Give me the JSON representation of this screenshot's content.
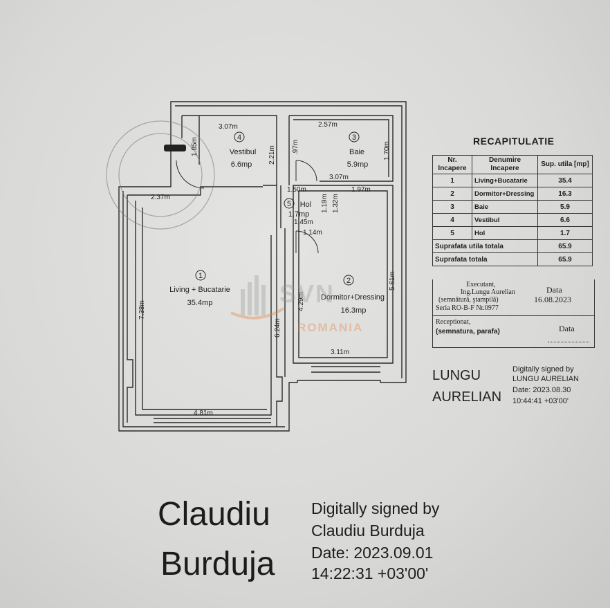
{
  "plan": {
    "rooms": [
      {
        "num": "1",
        "name": "Living + Bucatarie",
        "area": "35.4mp"
      },
      {
        "num": "2",
        "name": "Dormitor+Dressing",
        "area": "16.3mp"
      },
      {
        "num": "3",
        "name": "Baie",
        "area": "5.9mp"
      },
      {
        "num": "4",
        "name": "Vestibul",
        "area": "6.6mp"
      },
      {
        "num": "5",
        "name": "Hol",
        "area": "1.7mp"
      }
    ],
    "dimensions": {
      "vestibul_w": "3.07m",
      "vestibul_h": "2.21m",
      "vestibul_small": "1.85m",
      "baie_w": "2.57m",
      "baie_h": "1.70m",
      "baie_left": ".97m",
      "baie_bottom": "3.07m",
      "living_top": "2.37m",
      "living_h": "7.38m",
      "living_bottom": "4.81m",
      "living_right": "6.24m",
      "hol_top": "1.50m",
      "hol_bottom": "1.45m",
      "hol_v": "1.19m",
      "hol_v2": "1.32m",
      "hol_small": "1.14m",
      "dorm_top": "1.97m",
      "dorm_h": "5.61m",
      "dorm_left": "4.29m",
      "dorm_bottom": "3.11m"
    }
  },
  "recap": {
    "title": "RECAPITULATIE",
    "headers": {
      "nr": "Nr. Incapere",
      "den": "Denumire Incapere",
      "sup": "Sup. utila [mp]"
    },
    "rows": [
      {
        "nr": "1",
        "den": "Living+Bucatarie",
        "sup": "35.4"
      },
      {
        "nr": "2",
        "den": "Dormitor+Dressing",
        "sup": "16.3"
      },
      {
        "nr": "3",
        "den": "Baie",
        "sup": "5.9"
      },
      {
        "nr": "4",
        "den": "Vestibul",
        "sup": "6.6"
      },
      {
        "nr": "5",
        "den": "Hol",
        "sup": "1.7"
      }
    ],
    "total_utila_label": "Suprafata utila totala",
    "total_utila": "65.9",
    "total_label": "Suprafata totala",
    "total": "65.9",
    "exec_l1": "Executant,",
    "exec_l2": "Ing.Lungu Aurelian",
    "exec_l3": "(semnătură, ştampilă)",
    "exec_l4": "Seria RO-B-F Nr.0977",
    "exec_data_label": "Data",
    "exec_date": "16.08.2023",
    "rec_l1": "Receptionat,",
    "rec_l2": "(semnatura, parafa)",
    "rec_data_label": "Data"
  },
  "signature_small": {
    "name_l1": "LUNGU",
    "name_l2": "AURELIAN",
    "meta_l1": "Digitally signed by",
    "meta_l2": "LUNGU AURELIAN",
    "meta_l3": "Date: 2023.08.30",
    "meta_l4": "10:44:41 +03'00'"
  },
  "signature_big": {
    "name_l1": "Claudiu",
    "name_l2": "Burduja",
    "meta_l1": "Digitally signed by",
    "meta_l2": "Claudiu Burduja",
    "meta_l3": "Date: 2023.09.01",
    "meta_l4": "14:22:31 +03'00'"
  },
  "watermark": {
    "brand": "SVN",
    "sub": "ROMANIA"
  },
  "colors": {
    "line": "#2a2a2a",
    "paper": "#dcdcda",
    "watermark": "#e07b3a"
  }
}
